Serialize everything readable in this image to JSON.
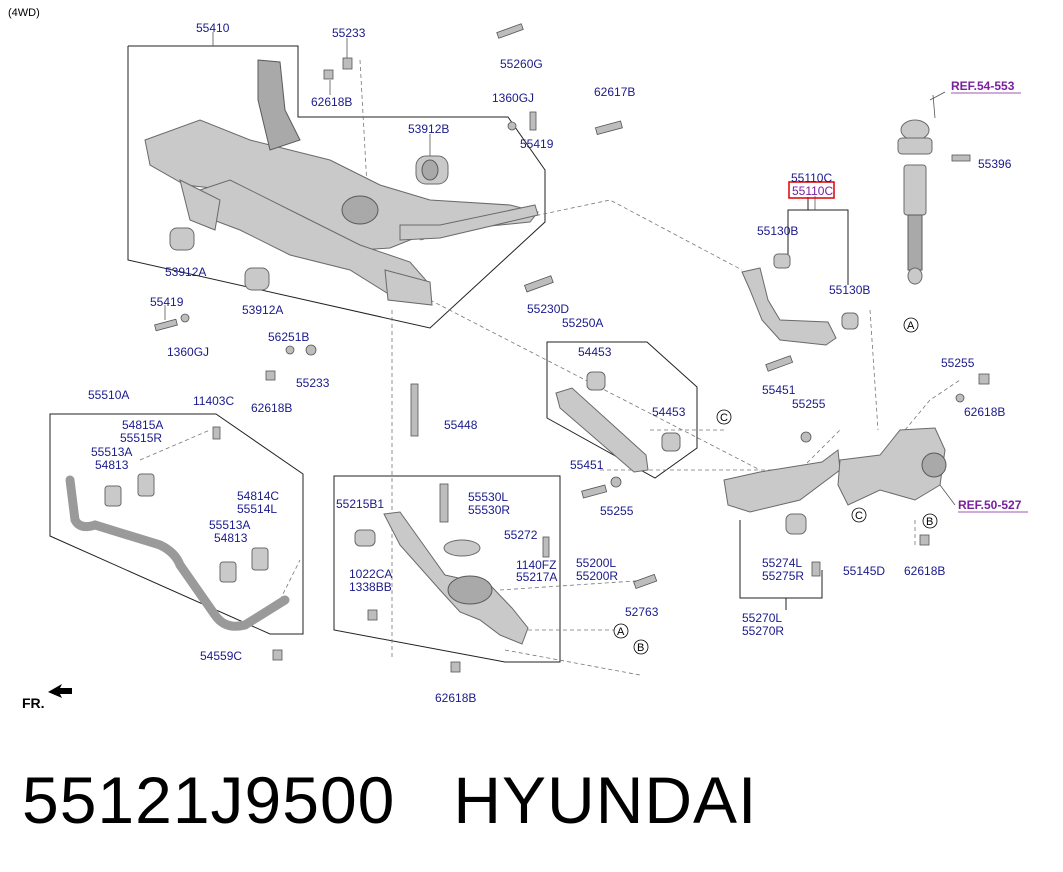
{
  "header": "(4WD)",
  "front_label": "FR.",
  "footer": {
    "part_number": "55121J9500",
    "brand": "HYUNDAI"
  },
  "highlighted_part": "55110C",
  "references": [
    "REF.54-553",
    "REF.50-527"
  ],
  "callouts": [
    "A",
    "B",
    "C"
  ],
  "labels": [
    "55410",
    "55233",
    "55260G",
    "62618B",
    "1360GJ",
    "62617B",
    "53912B",
    "55419",
    "55110C",
    "55396",
    "55130B",
    "53912A",
    "55419",
    "1360GJ",
    "53912A",
    "55230D",
    "55250A",
    "55130B",
    "56251B",
    "55233",
    "54453",
    "62618B",
    "55451",
    "55255",
    "55510A",
    "11403C",
    "55448",
    "54453",
    "55255",
    "62618B",
    "54815A",
    "55515R",
    "55513A",
    "54813",
    "55451",
    "55255",
    "55530L",
    "55530R",
    "55215B1",
    "54814C",
    "55514L",
    "55272",
    "55513A",
    "54813",
    "1140FZ",
    "55217A",
    "55200L",
    "55200R",
    "1022CA",
    "1338BB",
    "55274L",
    "55275R",
    "55145D",
    "62618B",
    "52763",
    "54559C",
    "55270L",
    "55270R",
    "62618B"
  ]
}
